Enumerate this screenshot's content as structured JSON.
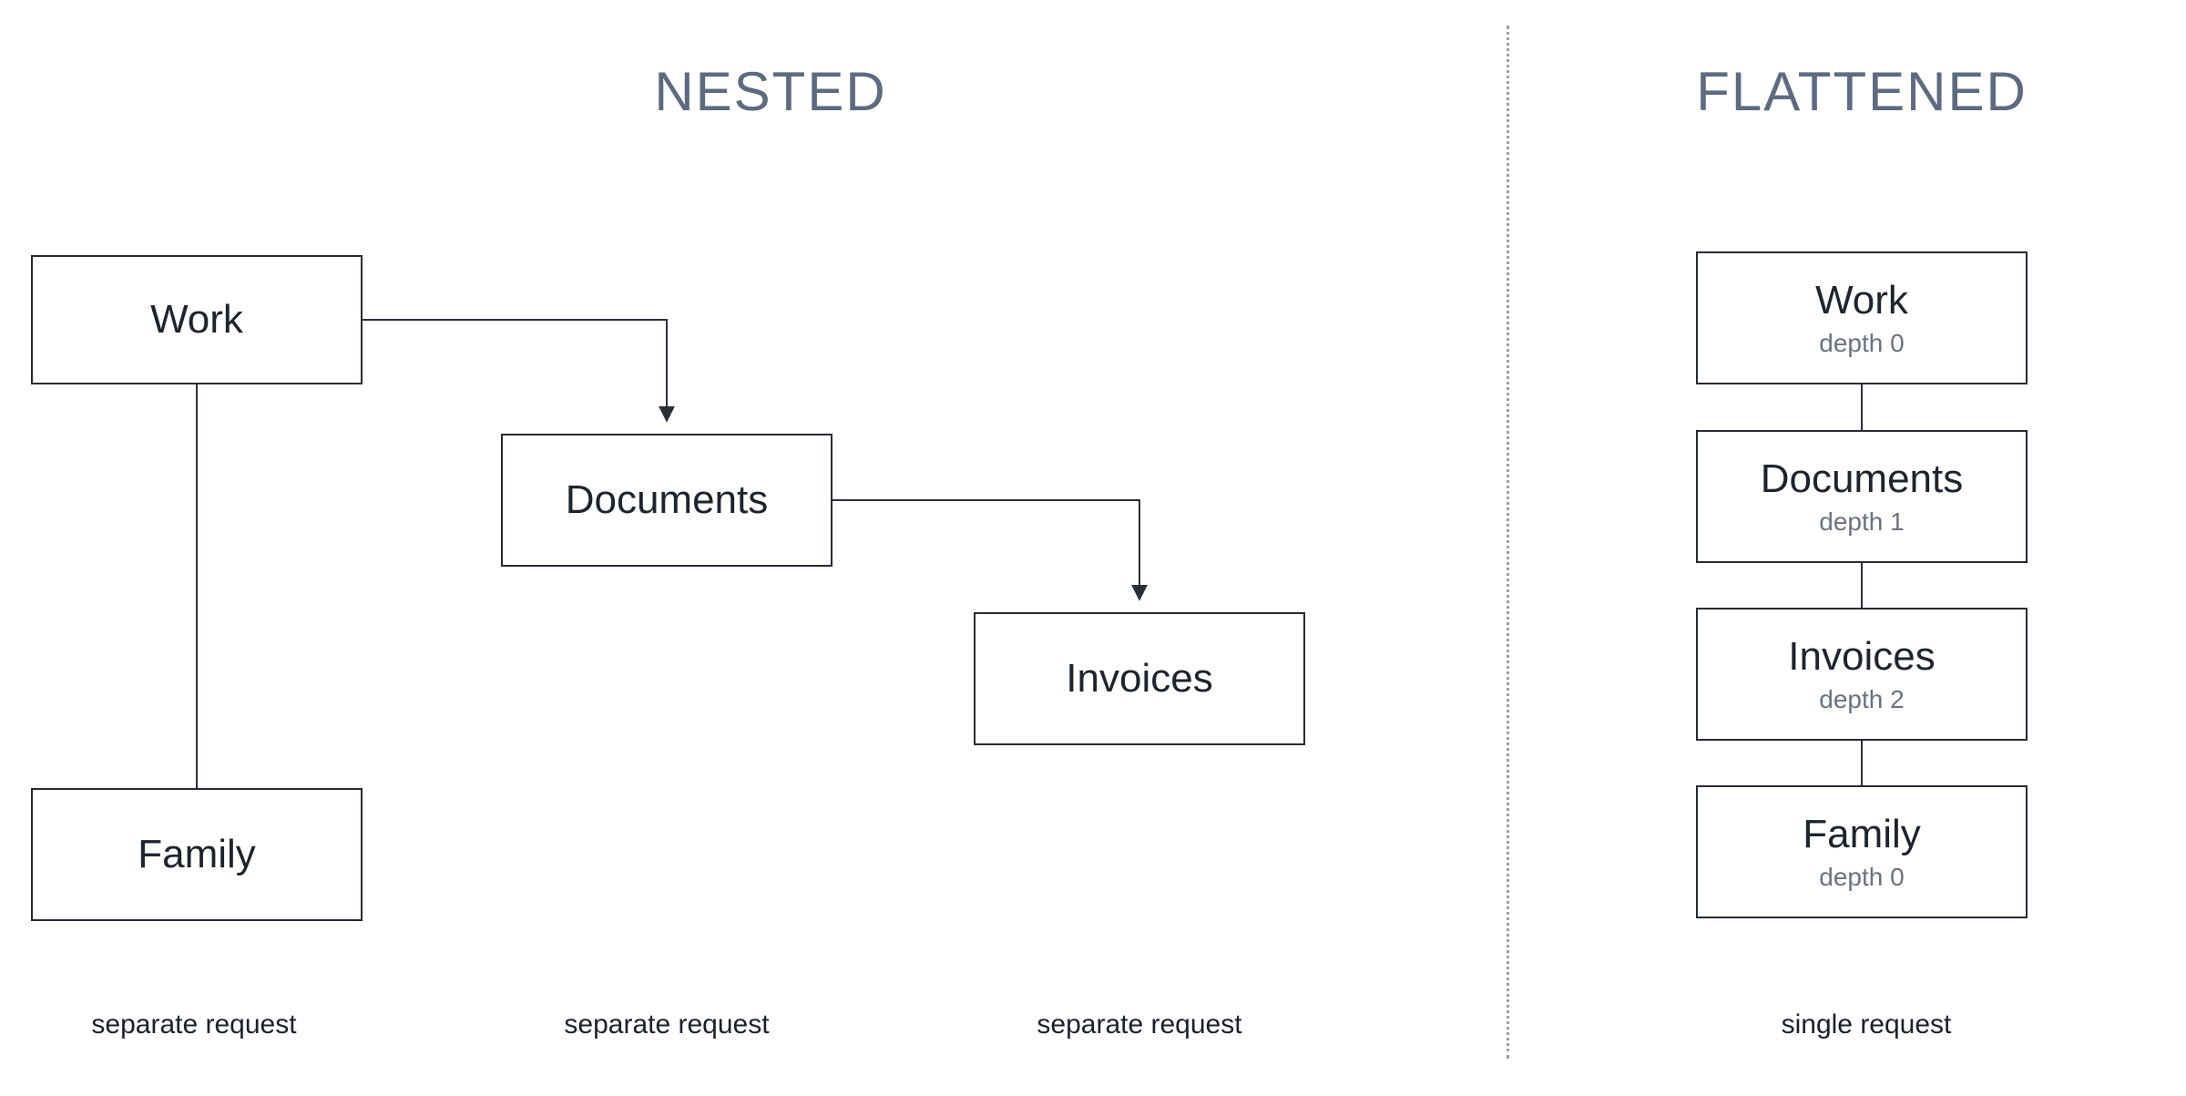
{
  "nested": {
    "title": "NESTED",
    "nodes": [
      {
        "label": "Work"
      },
      {
        "label": "Documents"
      },
      {
        "label": "Invoices"
      },
      {
        "label": "Family"
      }
    ],
    "captions": [
      {
        "text": "separate request"
      },
      {
        "text": "separate request"
      },
      {
        "text": "separate request"
      }
    ]
  },
  "flattened": {
    "title": "FLATTENED",
    "nodes": [
      {
        "label": "Work",
        "depth": "depth 0"
      },
      {
        "label": "Documents",
        "depth": "depth 1"
      },
      {
        "label": "Invoices",
        "depth": "depth 2"
      },
      {
        "label": "Family",
        "depth": "depth 0"
      }
    ],
    "caption": "single request"
  },
  "colors": {
    "background": "#ffffff",
    "title": "#5c6b80",
    "node_text": "#1e242e",
    "node_border": "#252a33",
    "depth_text": "#6b7280",
    "caption_text": "#1a202c",
    "connector": "#2a2f3a",
    "divider": "#9aa0a8"
  }
}
